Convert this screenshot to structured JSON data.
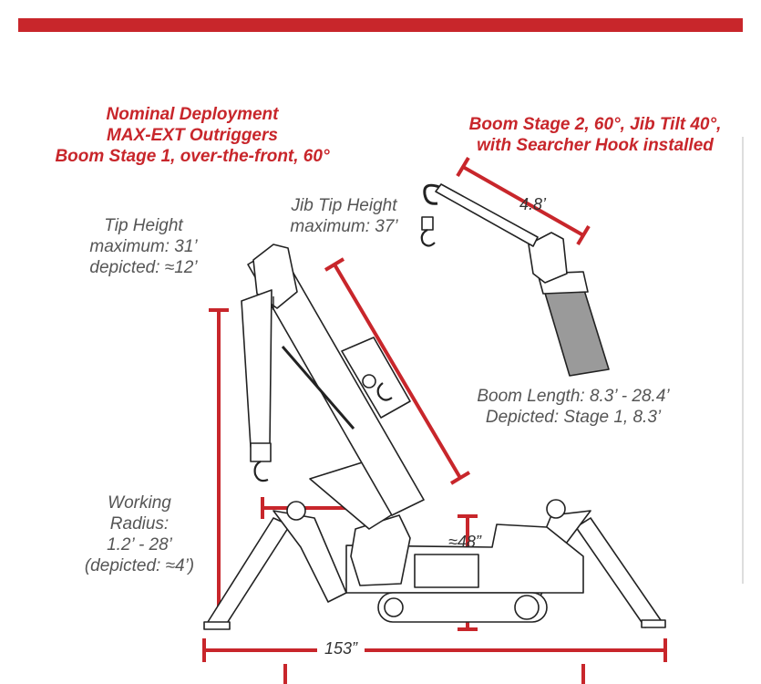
{
  "colors": {
    "accent": "#c8262b",
    "text_grey": "#555555",
    "line": "#222222"
  },
  "labels": {
    "config_left_l1": "Nominal Deployment",
    "config_left_l2": "MAX-EXT Outriggers",
    "config_left_l3": "Boom Stage 1, over-the-front, 60°",
    "config_right_l1": "Boom Stage 2, 60°, Jib Tilt 40°,",
    "config_right_l2": "with Searcher Hook installed",
    "tip_height_l1": "Tip Height",
    "tip_height_l2": "maximum: 31’",
    "tip_height_l3": "depicted: ≈12’",
    "jib_tip_l1": "Jib Tip Height",
    "jib_tip_l2": "maximum: 37’",
    "jib_len": "4.8’",
    "boom_len_l1": "Boom Length: 8.3’ - 28.4’",
    "boom_len_l2": "Depicted: Stage 1, 8.3’",
    "radius_l1": "Working",
    "radius_l2": "Radius:",
    "radius_l3": "1.2’ - 28’",
    "radius_l4": "(depicted: ≈4’)",
    "height48": "≈48”",
    "width153": "153”"
  }
}
